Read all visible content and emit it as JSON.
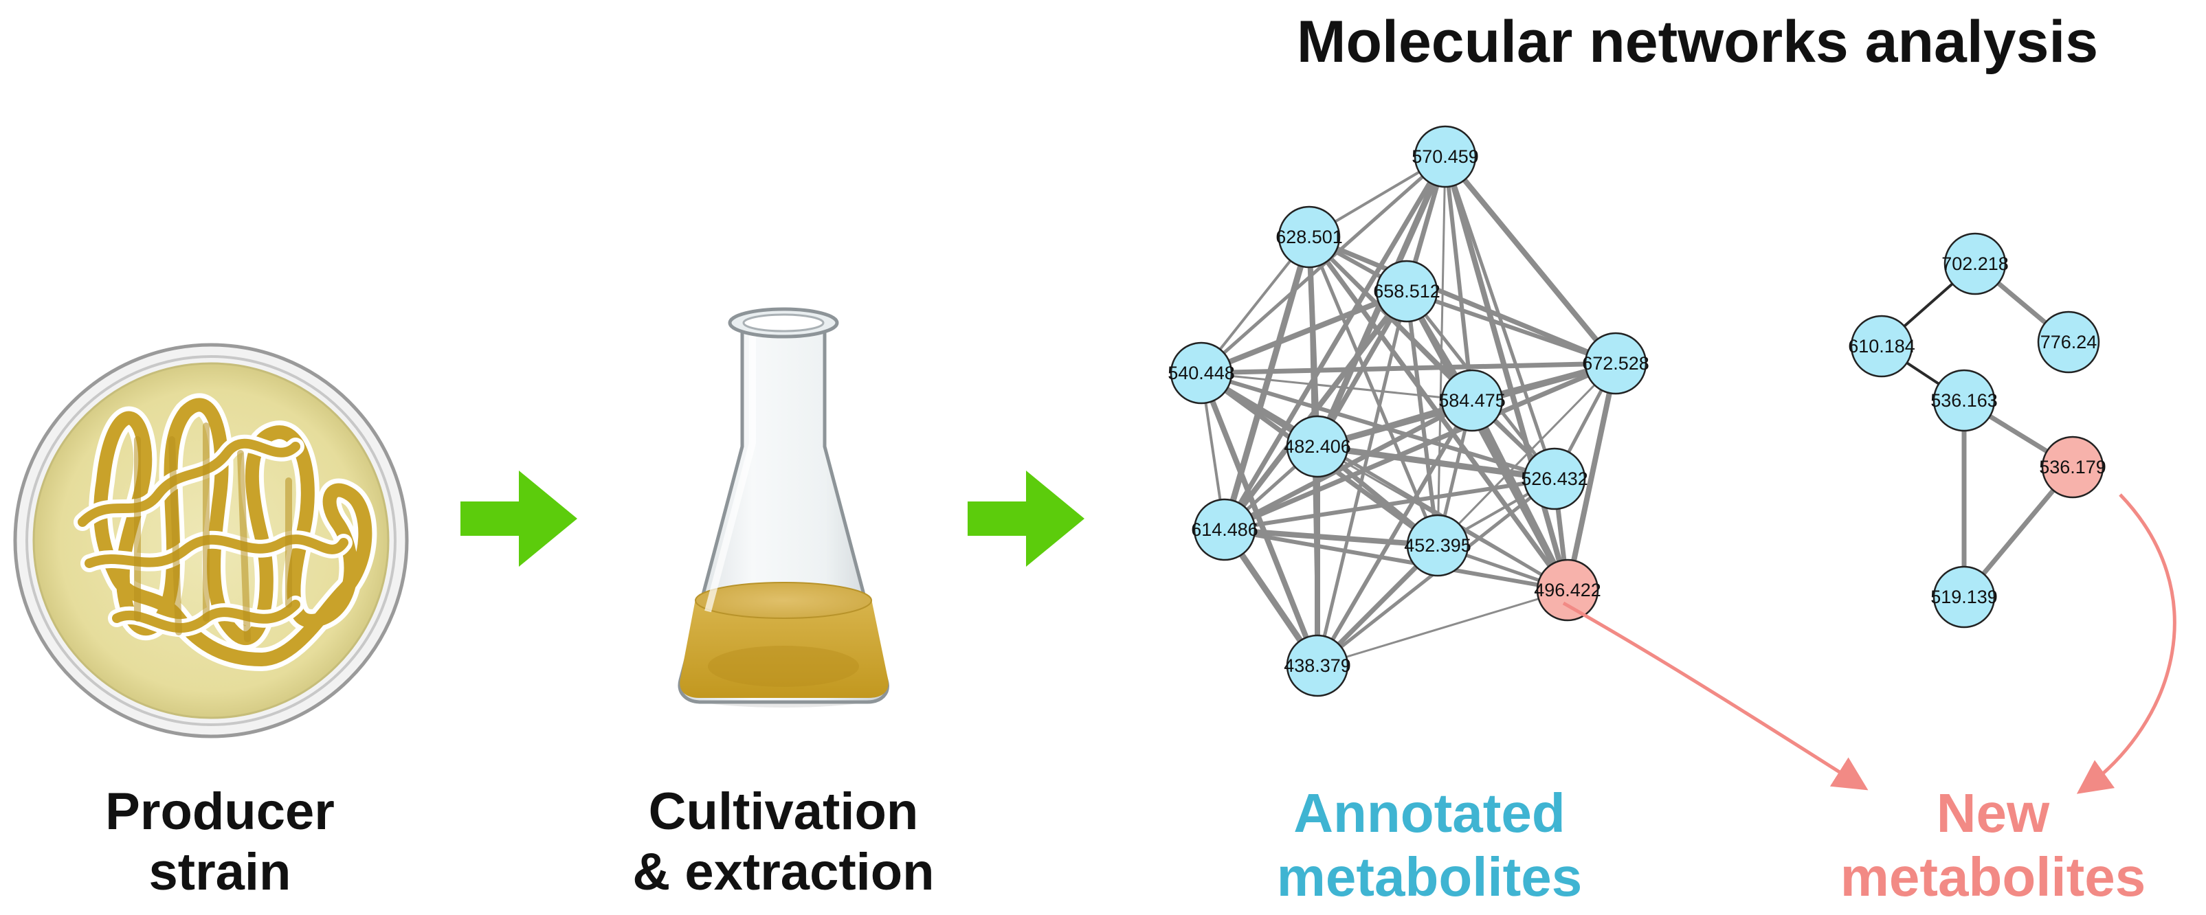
{
  "title": "Molecular networks analysis",
  "labels": {
    "producer": [
      "Producer",
      "strain"
    ],
    "cultivation": [
      "Cultivation",
      "& extraction"
    ],
    "annotated": [
      "Annotated",
      "metabolites"
    ],
    "new": [
      "New",
      "metabolites"
    ]
  },
  "colors": {
    "annotated_node": "#aee9f8",
    "new_node": "#f7b2ab",
    "edge": "#8c8c8c",
    "arrow_green": "#5ccc0c",
    "annotated_text": "#3fb4d2",
    "new_text": "#f28a85",
    "culture": "#c9a22a",
    "plate": "#ebe4a8"
  },
  "network1": {
    "nodes": [
      {
        "id": "n570",
        "label": "570.459",
        "type": "annotated"
      },
      {
        "id": "n628",
        "label": "628.501",
        "type": "annotated"
      },
      {
        "id": "n658",
        "label": "658.512",
        "type": "annotated"
      },
      {
        "id": "n540",
        "label": "540.448",
        "type": "annotated"
      },
      {
        "id": "n672",
        "label": "672.528",
        "type": "annotated"
      },
      {
        "id": "n584",
        "label": "584.475",
        "type": "annotated"
      },
      {
        "id": "n482",
        "label": "482.406",
        "type": "annotated"
      },
      {
        "id": "n526",
        "label": "526.432",
        "type": "annotated"
      },
      {
        "id": "n614",
        "label": "614.486",
        "type": "annotated"
      },
      {
        "id": "n452",
        "label": "452.395",
        "type": "annotated"
      },
      {
        "id": "n496",
        "label": "496.422",
        "type": "new"
      },
      {
        "id": "n438",
        "label": "438.379",
        "type": "annotated"
      }
    ],
    "edges": [
      [
        "n570",
        "n628"
      ],
      [
        "n570",
        "n658"
      ],
      [
        "n570",
        "n540"
      ],
      [
        "n570",
        "n672"
      ],
      [
        "n570",
        "n584"
      ],
      [
        "n570",
        "n482"
      ],
      [
        "n570",
        "n526"
      ],
      [
        "n570",
        "n614"
      ],
      [
        "n570",
        "n452"
      ],
      [
        "n570",
        "n496"
      ],
      [
        "n628",
        "n658"
      ],
      [
        "n628",
        "n540"
      ],
      [
        "n628",
        "n672"
      ],
      [
        "n628",
        "n584"
      ],
      [
        "n628",
        "n482"
      ],
      [
        "n628",
        "n526"
      ],
      [
        "n628",
        "n614"
      ],
      [
        "n628",
        "n452"
      ],
      [
        "n628",
        "n496"
      ],
      [
        "n628",
        "n438"
      ],
      [
        "n658",
        "n540"
      ],
      [
        "n658",
        "n672"
      ],
      [
        "n658",
        "n584"
      ],
      [
        "n658",
        "n482"
      ],
      [
        "n658",
        "n526"
      ],
      [
        "n658",
        "n614"
      ],
      [
        "n658",
        "n452"
      ],
      [
        "n658",
        "n496"
      ],
      [
        "n658",
        "n438"
      ],
      [
        "n540",
        "n672"
      ],
      [
        "n540",
        "n584"
      ],
      [
        "n540",
        "n482"
      ],
      [
        "n540",
        "n526"
      ],
      [
        "n540",
        "n614"
      ],
      [
        "n540",
        "n452"
      ],
      [
        "n540",
        "n496"
      ],
      [
        "n540",
        "n438"
      ],
      [
        "n672",
        "n584"
      ],
      [
        "n672",
        "n482"
      ],
      [
        "n672",
        "n526"
      ],
      [
        "n672",
        "n614"
      ],
      [
        "n672",
        "n452"
      ],
      [
        "n672",
        "n496"
      ],
      [
        "n584",
        "n482"
      ],
      [
        "n584",
        "n526"
      ],
      [
        "n584",
        "n614"
      ],
      [
        "n584",
        "n452"
      ],
      [
        "n584",
        "n496"
      ],
      [
        "n584",
        "n438"
      ],
      [
        "n482",
        "n526"
      ],
      [
        "n482",
        "n614"
      ],
      [
        "n482",
        "n452"
      ],
      [
        "n482",
        "n496"
      ],
      [
        "n482",
        "n438"
      ],
      [
        "n526",
        "n614"
      ],
      [
        "n526",
        "n452"
      ],
      [
        "n526",
        "n496"
      ],
      [
        "n526",
        "n438"
      ],
      [
        "n614",
        "n452"
      ],
      [
        "n614",
        "n496"
      ],
      [
        "n614",
        "n438"
      ],
      [
        "n452",
        "n496"
      ],
      [
        "n452",
        "n438"
      ],
      [
        "n496",
        "n438"
      ]
    ]
  },
  "network2": {
    "nodes": [
      {
        "id": "m702",
        "label": "702.218",
        "type": "annotated"
      },
      {
        "id": "m610",
        "label": "610.184",
        "type": "annotated"
      },
      {
        "id": "m776",
        "label": "776.24",
        "type": "annotated"
      },
      {
        "id": "m536a",
        "label": "536.163",
        "type": "annotated"
      },
      {
        "id": "m536b",
        "label": "536.179",
        "type": "new"
      },
      {
        "id": "m519",
        "label": "519.139",
        "type": "annotated"
      }
    ],
    "edges": [
      [
        "m702",
        "m610"
      ],
      [
        "m702",
        "m776"
      ],
      [
        "m610",
        "m536a"
      ],
      [
        "m536a",
        "m536b"
      ],
      [
        "m536a",
        "m519"
      ],
      [
        "m536b",
        "m519"
      ]
    ]
  }
}
